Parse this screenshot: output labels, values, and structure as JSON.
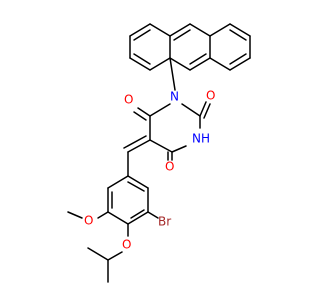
{
  "molecule": {
    "colors": {
      "carbon_bond": "#000000",
      "oxygen": "#ff0000",
      "nitrogen": "#0000ff",
      "bromine": "#a52a2a",
      "background": "#ffffff"
    },
    "labels": {
      "n1": "N",
      "nh": "NH",
      "o_top_left": "O",
      "o_top_right": "O",
      "o_bottom": "O",
      "br": "Br",
      "o_methoxy": "O",
      "o_isopropoxy": "O"
    }
  }
}
